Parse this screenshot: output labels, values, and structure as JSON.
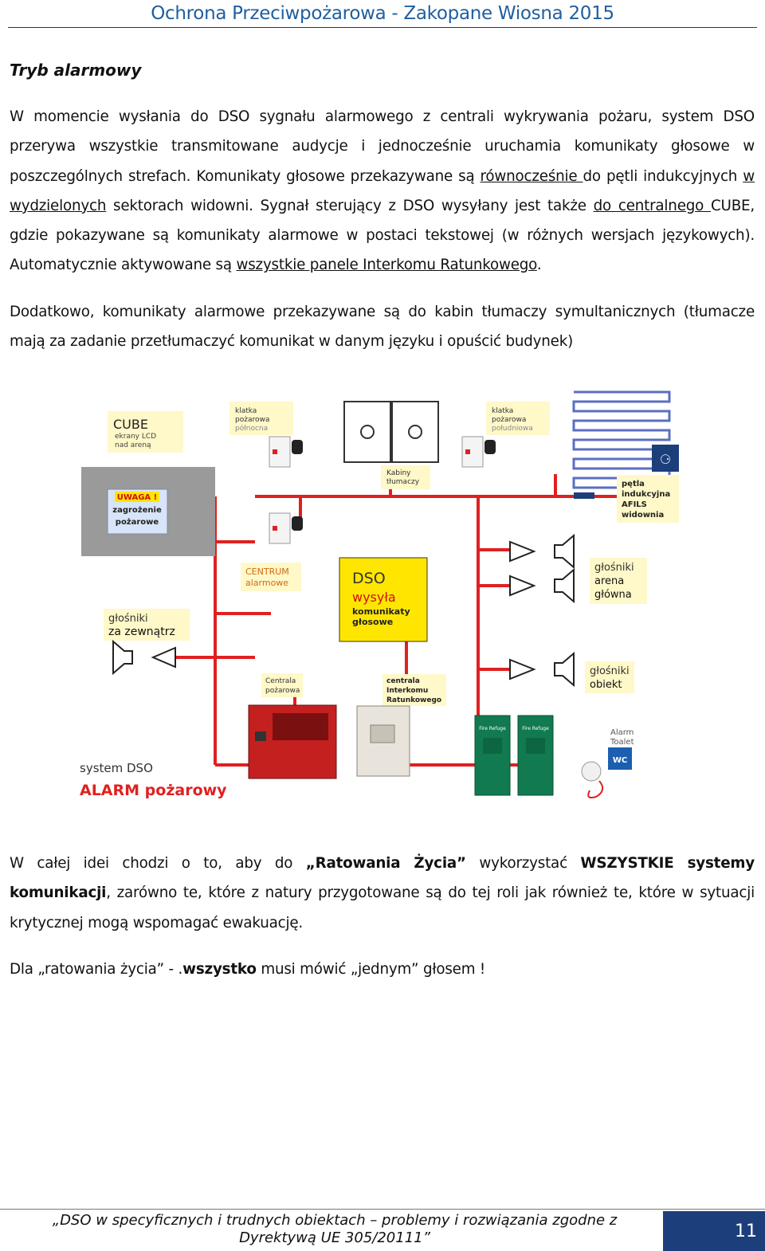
{
  "header": {
    "title": "Ochrona Przeciwpożarowa - Zakopane Wiosna 2015"
  },
  "section": {
    "title": "Tryb alarmowy"
  },
  "paragraph1": {
    "t1": "W momencie wysłania do DSO sygnału alarmowego z centrali wykrywania pożaru, system DSO przerywa wszystkie transmitowane audycje i jednocześnie uruchamia komunikaty głosowe w poszczególnych strefach. Komunikaty głosowe przekazywane są ",
    "u1": "równocześnie ",
    "t2": "do pętli indukcyjnych ",
    "u2": "w wydzielonych",
    "t3": " sektorach widowni. Sygnał sterujący z DSO wysyłany jest także ",
    "u3": "do centralnego ",
    "t4": "CUBE, gdzie pokazywane są komunikaty alarmowe w postaci tekstowej (w różnych wersjach językowych). Automatycznie aktywowane są ",
    "u4": "wszystkie panele Interkomu Ratunkowego",
    "t5": "."
  },
  "paragraph2": "Dodatkowo, komunikaty alarmowe przekazywane są do kabin tłumaczy symultanicznych (tłumacze mają za zadanie przetłumaczyć komunikat w danym języku i opuścić budynek)",
  "diagram": {
    "cube_title": "CUBE",
    "cube_sub1": "ekrany LCD",
    "cube_sub2": "nad areną",
    "screen_line1": "UWAGA !",
    "screen_line2": "zagrożenie",
    "screen_line3": "pożarowe",
    "stair_north_1": "klatka",
    "stair_north_2": "pożarowa",
    "stair_north_3": "północna",
    "stair_south_1": "klatka",
    "stair_south_2": "pożarowa",
    "stair_south_3": "południowa",
    "booth_1": "Kabiny",
    "booth_2": "tłumaczy",
    "loop_1": "pętla",
    "loop_2": "indukcyjna",
    "loop_3": "AFILS",
    "loop_4": "widownia",
    "centrum_1": "CENTRUM",
    "centrum_2": "alarmowe",
    "dso_1": "DSO",
    "dso_2": "wysyła",
    "dso_3": "komunikaty",
    "dso_4": "głosowe",
    "arena_1": "głośniki",
    "arena_2": "arena",
    "arena_3": "główna",
    "outside_1": "głośniki",
    "outside_2": "za zewnątrz",
    "object_1": "głośniki",
    "object_2": "obiekt",
    "fire_1": "Centrala",
    "fire_2": "pożarowa",
    "intercom_1": "centrala",
    "intercom_2": "Interkomu",
    "intercom_3": "Ratunkowego",
    "wc_1": "Alarm",
    "wc_2": "Toalet",
    "sys_1": "system DSO",
    "sys_2": "ALARM pożarowy",
    "refuge": "Fire Refuge",
    "wc_sign": "WC"
  },
  "paragraph3": {
    "t1": "W całej idei chodzi o to,  aby do ",
    "b1": "„Ratowania Życia”",
    "t2": "  wykorzystać ",
    "b2": "WSZYSTKIE systemy komunikacji",
    "t3": ", zarówno te, które z natury przygotowane są do tej roli jak również te, które w sytuacji krytycznej mogą wspomagać ewakuację."
  },
  "paragraph4": {
    "t1": "Dla „ratowania życia” - .",
    "b1": "wszystko",
    "t2": " musi mówić „jednym” głosem !"
  },
  "footer": {
    "text": "„DSO w specyficznych i trudnych obiektach – problemy i rozwiązania zgodne z Dyrektywą UE 305/20111”",
    "page_number": "11"
  },
  "colors": {
    "header": "#1f5f9e",
    "footer_box": "#1c3f7c",
    "wire": "#e02020",
    "dso_box": "#ffe600",
    "label_bg": "#fff8c8"
  }
}
